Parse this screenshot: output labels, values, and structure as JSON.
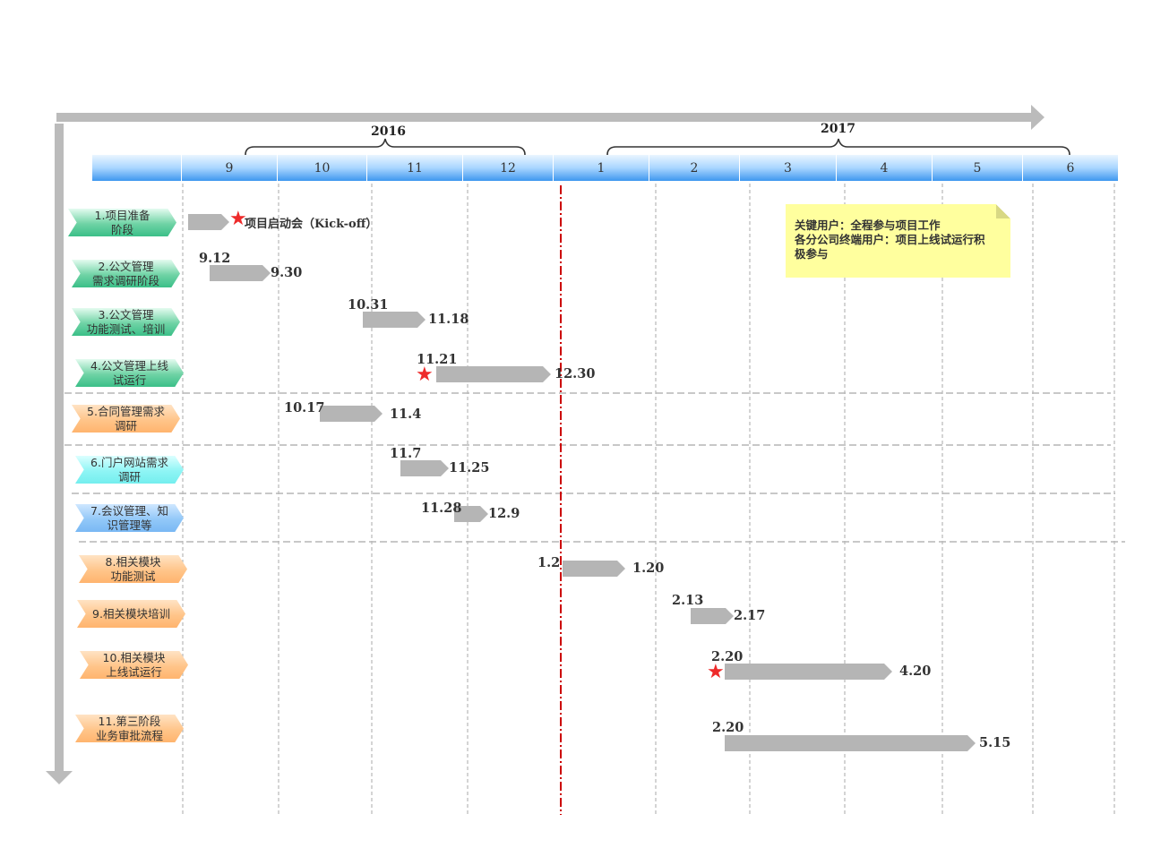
{
  "years": [
    {
      "label": "2016"
    },
    {
      "label": "2017"
    }
  ],
  "months": [
    "9",
    "10",
    "11",
    "12",
    "1",
    "2",
    "3",
    "4",
    "5",
    "6"
  ],
  "phases": [
    {
      "line1": "1.项目准备",
      "line2": "阶段",
      "color": "green"
    },
    {
      "line1": "2.公文管理",
      "line2": "需求调研阶段",
      "color": "green"
    },
    {
      "line1": "3.公文管理",
      "line2": "功能测试、培训",
      "color": "green"
    },
    {
      "line1": "4.公文管理上线",
      "line2": "试运行",
      "color": "green"
    },
    {
      "line1": "5.合同管理需求",
      "line2": "调研",
      "color": "orange"
    },
    {
      "line1": "6.门户网站需求",
      "line2": "调研",
      "color": "cyan"
    },
    {
      "line1": "7.会议管理、知",
      "line2": "识管理等",
      "color": "blue"
    },
    {
      "line1": "8.相关模块",
      "line2": "功能测试",
      "color": "orange"
    },
    {
      "line1": "9.相关模块培训",
      "line2": "",
      "color": "orange"
    },
    {
      "line1": "10.相关模块",
      "line2": "上线试运行",
      "color": "orange"
    },
    {
      "line1": "11.第三阶段",
      "line2": "业务审批流程",
      "color": "orange"
    }
  ],
  "tasks": [
    {
      "start": "",
      "end": "",
      "milestone": true
    },
    {
      "start": "9.12",
      "end": "9.30",
      "milestone": false
    },
    {
      "start": "10.31",
      "end": "11.18",
      "milestone": false
    },
    {
      "start": "11.21",
      "end": "12.30",
      "milestone": true
    },
    {
      "start": "10.17",
      "end": "11.4",
      "milestone": false
    },
    {
      "start": "11.7",
      "end": "11.25",
      "milestone": false
    },
    {
      "start": "11.28",
      "end": "12.9",
      "milestone": false
    },
    {
      "start": "1.2",
      "end": "1.20",
      "milestone": false
    },
    {
      "start": "2.13",
      "end": "2.17",
      "milestone": false
    },
    {
      "start": "2.20",
      "end": "4.20",
      "milestone": true
    },
    {
      "start": "2.20",
      "end": "5.15",
      "milestone": false
    }
  ],
  "kickoff_label": "项目启动会（Kick-off）",
  "note": {
    "line1": "关键用户：全程参与项目工作",
    "line2": "各分公司终端用户：项目上线试运行积",
    "line3": "极参与"
  },
  "colors": {
    "green": "#6fd3a5",
    "orange": "#ffc58a",
    "cyan": "#8ff5f5",
    "blue": "#92c8f8",
    "bar": "#b5b5b5",
    "today_line": "#cc0000",
    "axis_arrow": "#bbbbbb",
    "star": "#ee2a2a"
  }
}
